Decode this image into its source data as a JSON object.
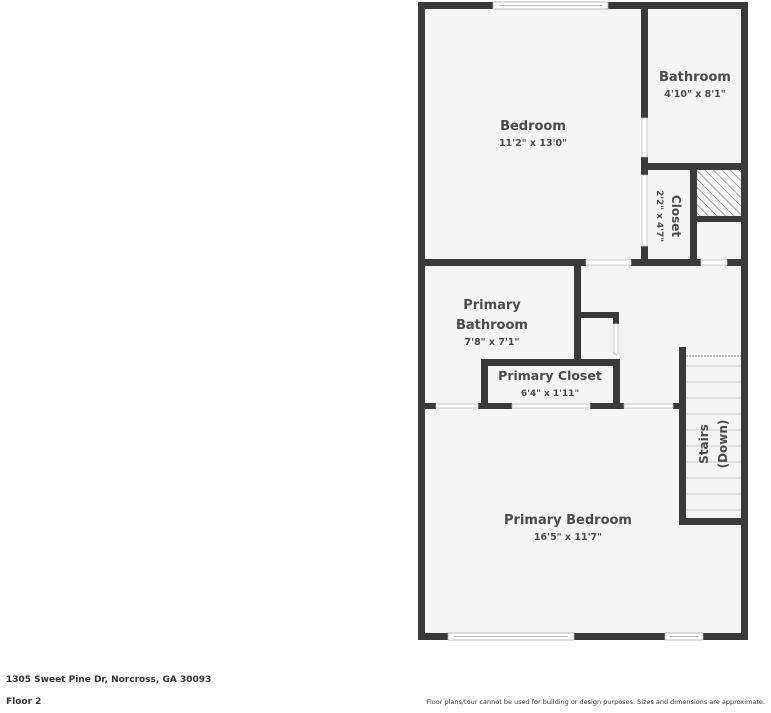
{
  "floorplan": {
    "rooms": [
      {
        "id": "bedroom",
        "name": "Bedroom",
        "dimensions": "11'2\" x 13'0\""
      },
      {
        "id": "bathroom",
        "name": "Bathroom",
        "dimensions": "4'10\" x 8'1\""
      },
      {
        "id": "closet",
        "name": "Closet",
        "dimensions": "2'2\" x 4'7\""
      },
      {
        "id": "primary-bathroom",
        "name_line1": "Primary",
        "name_line2": "Bathroom",
        "dimensions": "7'8\" x 7'1\""
      },
      {
        "id": "primary-closet",
        "name": "Primary Closet",
        "dimensions": "6'4\" x 1'11\""
      },
      {
        "id": "stairs",
        "name_line1": "Stairs",
        "name_line2": "(Down)"
      },
      {
        "id": "primary-bedroom",
        "name": "Primary Bedroom",
        "dimensions": "16'5\" x 11'7\""
      }
    ],
    "colors": {
      "wall": "#3a3a3a",
      "floor": "#f5f5f5",
      "window": "#ffffff",
      "text": "#4a4a4a"
    }
  },
  "footer": {
    "address": "1305 Sweet Pine Dr, Norcross, GA 30093",
    "floor": "Floor 2",
    "disclaimer": "Floor plans/tour cannot be used for building or design purposes. Sizes and dimensions are approximate."
  }
}
